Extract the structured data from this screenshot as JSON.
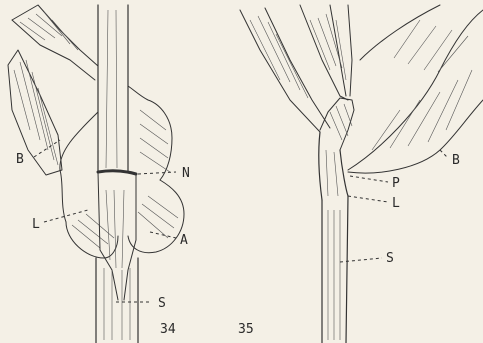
{
  "figures": [
    {
      "number": "34",
      "labels": {
        "B": "B",
        "N": "N",
        "L": "L",
        "A": "A",
        "S": "S"
      }
    },
    {
      "number": "35",
      "labels": {
        "P": "P",
        "L": "L",
        "S": "S",
        "B": "B"
      }
    }
  ],
  "colors": {
    "paper": "#f4f0e6",
    "ink": "#333333"
  }
}
